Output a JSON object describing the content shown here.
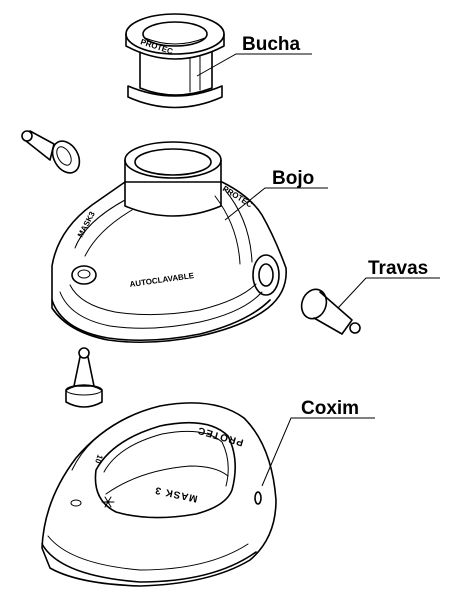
{
  "labels": {
    "bucha": "Bucha",
    "bojo": "Bojo",
    "travas": "Travas",
    "coxim": "Coxim"
  },
  "embossed": {
    "bojo_left": "MASK3",
    "bojo_right": "PROTEC",
    "bojo_front": "AUTOCLAVABLE",
    "bucha_side": "PROTEC",
    "coxim_brand": "PROTEC",
    "coxim_model": "MASK 3",
    "coxim_size": "10"
  },
  "icons": {
    "coxim_logo": "snowflake-icon"
  }
}
